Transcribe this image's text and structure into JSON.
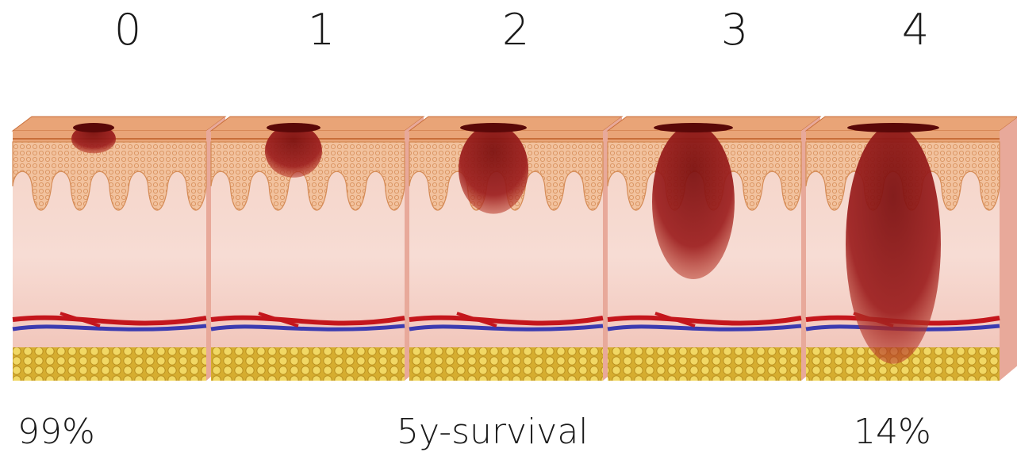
{
  "stages": [
    "0",
    "1",
    "2",
    "3",
    "4"
  ],
  "survival": {
    "high": "99%",
    "caption": "5y-survival",
    "low": "14%"
  },
  "colors": {
    "epidermis": "#e9a477",
    "epidermis_line": "#c86e3a",
    "papillary": "#f2c29e",
    "dermis": "#f6cfc8",
    "fat": "#e7c64c",
    "artery": "#c4161c",
    "vein": "#3b3bb0",
    "tumor": "#8a1212"
  },
  "tumor_depth_fraction": [
    0.08,
    0.18,
    0.33,
    0.6,
    0.95
  ]
}
